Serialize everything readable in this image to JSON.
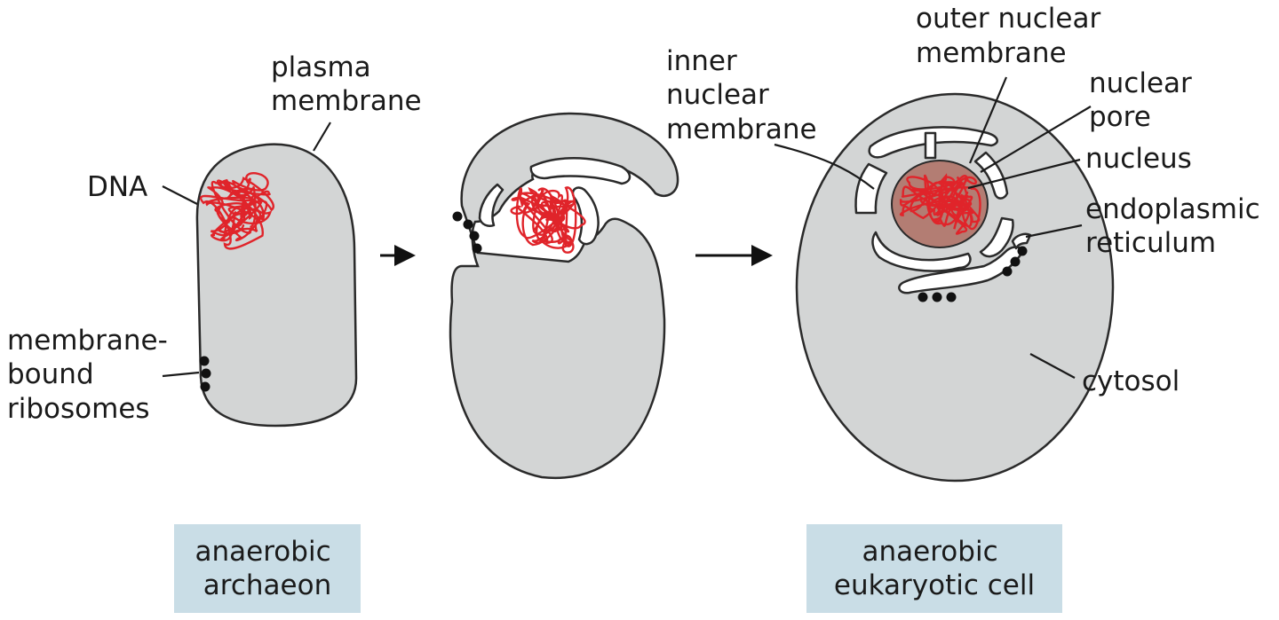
{
  "labels": {
    "plasma_membrane": [
      "plasma",
      "membrane"
    ],
    "dna": "DNA",
    "membrane_bound_ribosomes": [
      "membrane-",
      "bound",
      "ribosomes"
    ],
    "inner_nuclear_membrane": [
      "inner",
      "nuclear",
      "membrane"
    ],
    "outer_nuclear_membrane": [
      "outer nuclear",
      "membrane"
    ],
    "nuclear_pore": [
      "nuclear",
      "pore"
    ],
    "nucleus": "nucleus",
    "endoplasmic_reticulum": [
      "endoplasmic",
      "reticulum"
    ],
    "cytosol": "cytosol"
  },
  "captions": {
    "left": [
      "anaerobic",
      "archaeon"
    ],
    "right": [
      "anaerobic",
      "eukaryotic cell"
    ]
  },
  "colors": {
    "cytoplasm": "#d3d5d5",
    "dna": "#e0242a",
    "nucleus_fill": "#b37d73",
    "caption_box": "#c9dde6",
    "ribosome": "#111111"
  }
}
